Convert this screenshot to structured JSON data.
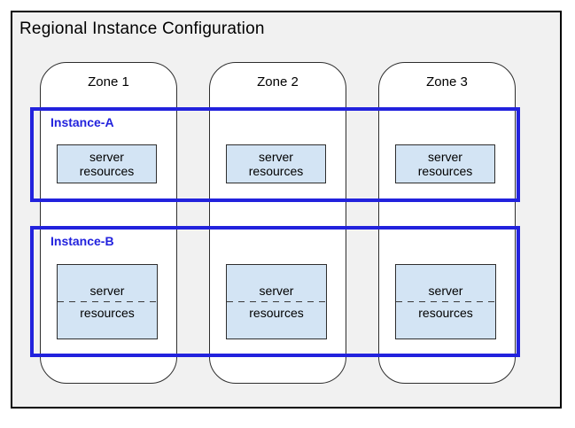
{
  "title": "Regional Instance Configuration",
  "zones": [
    {
      "label": "Zone 1"
    },
    {
      "label": "Zone 2"
    },
    {
      "label": "Zone 3"
    }
  ],
  "instances": [
    {
      "label": "Instance-A"
    },
    {
      "label": "Instance-B"
    }
  ],
  "server_box": {
    "line1": "server",
    "line2": "resources"
  },
  "colors": {
    "instance_blue": "#2222dd",
    "server_fill": "#d3e4f4",
    "frame_fill": "#f1f1f1"
  }
}
